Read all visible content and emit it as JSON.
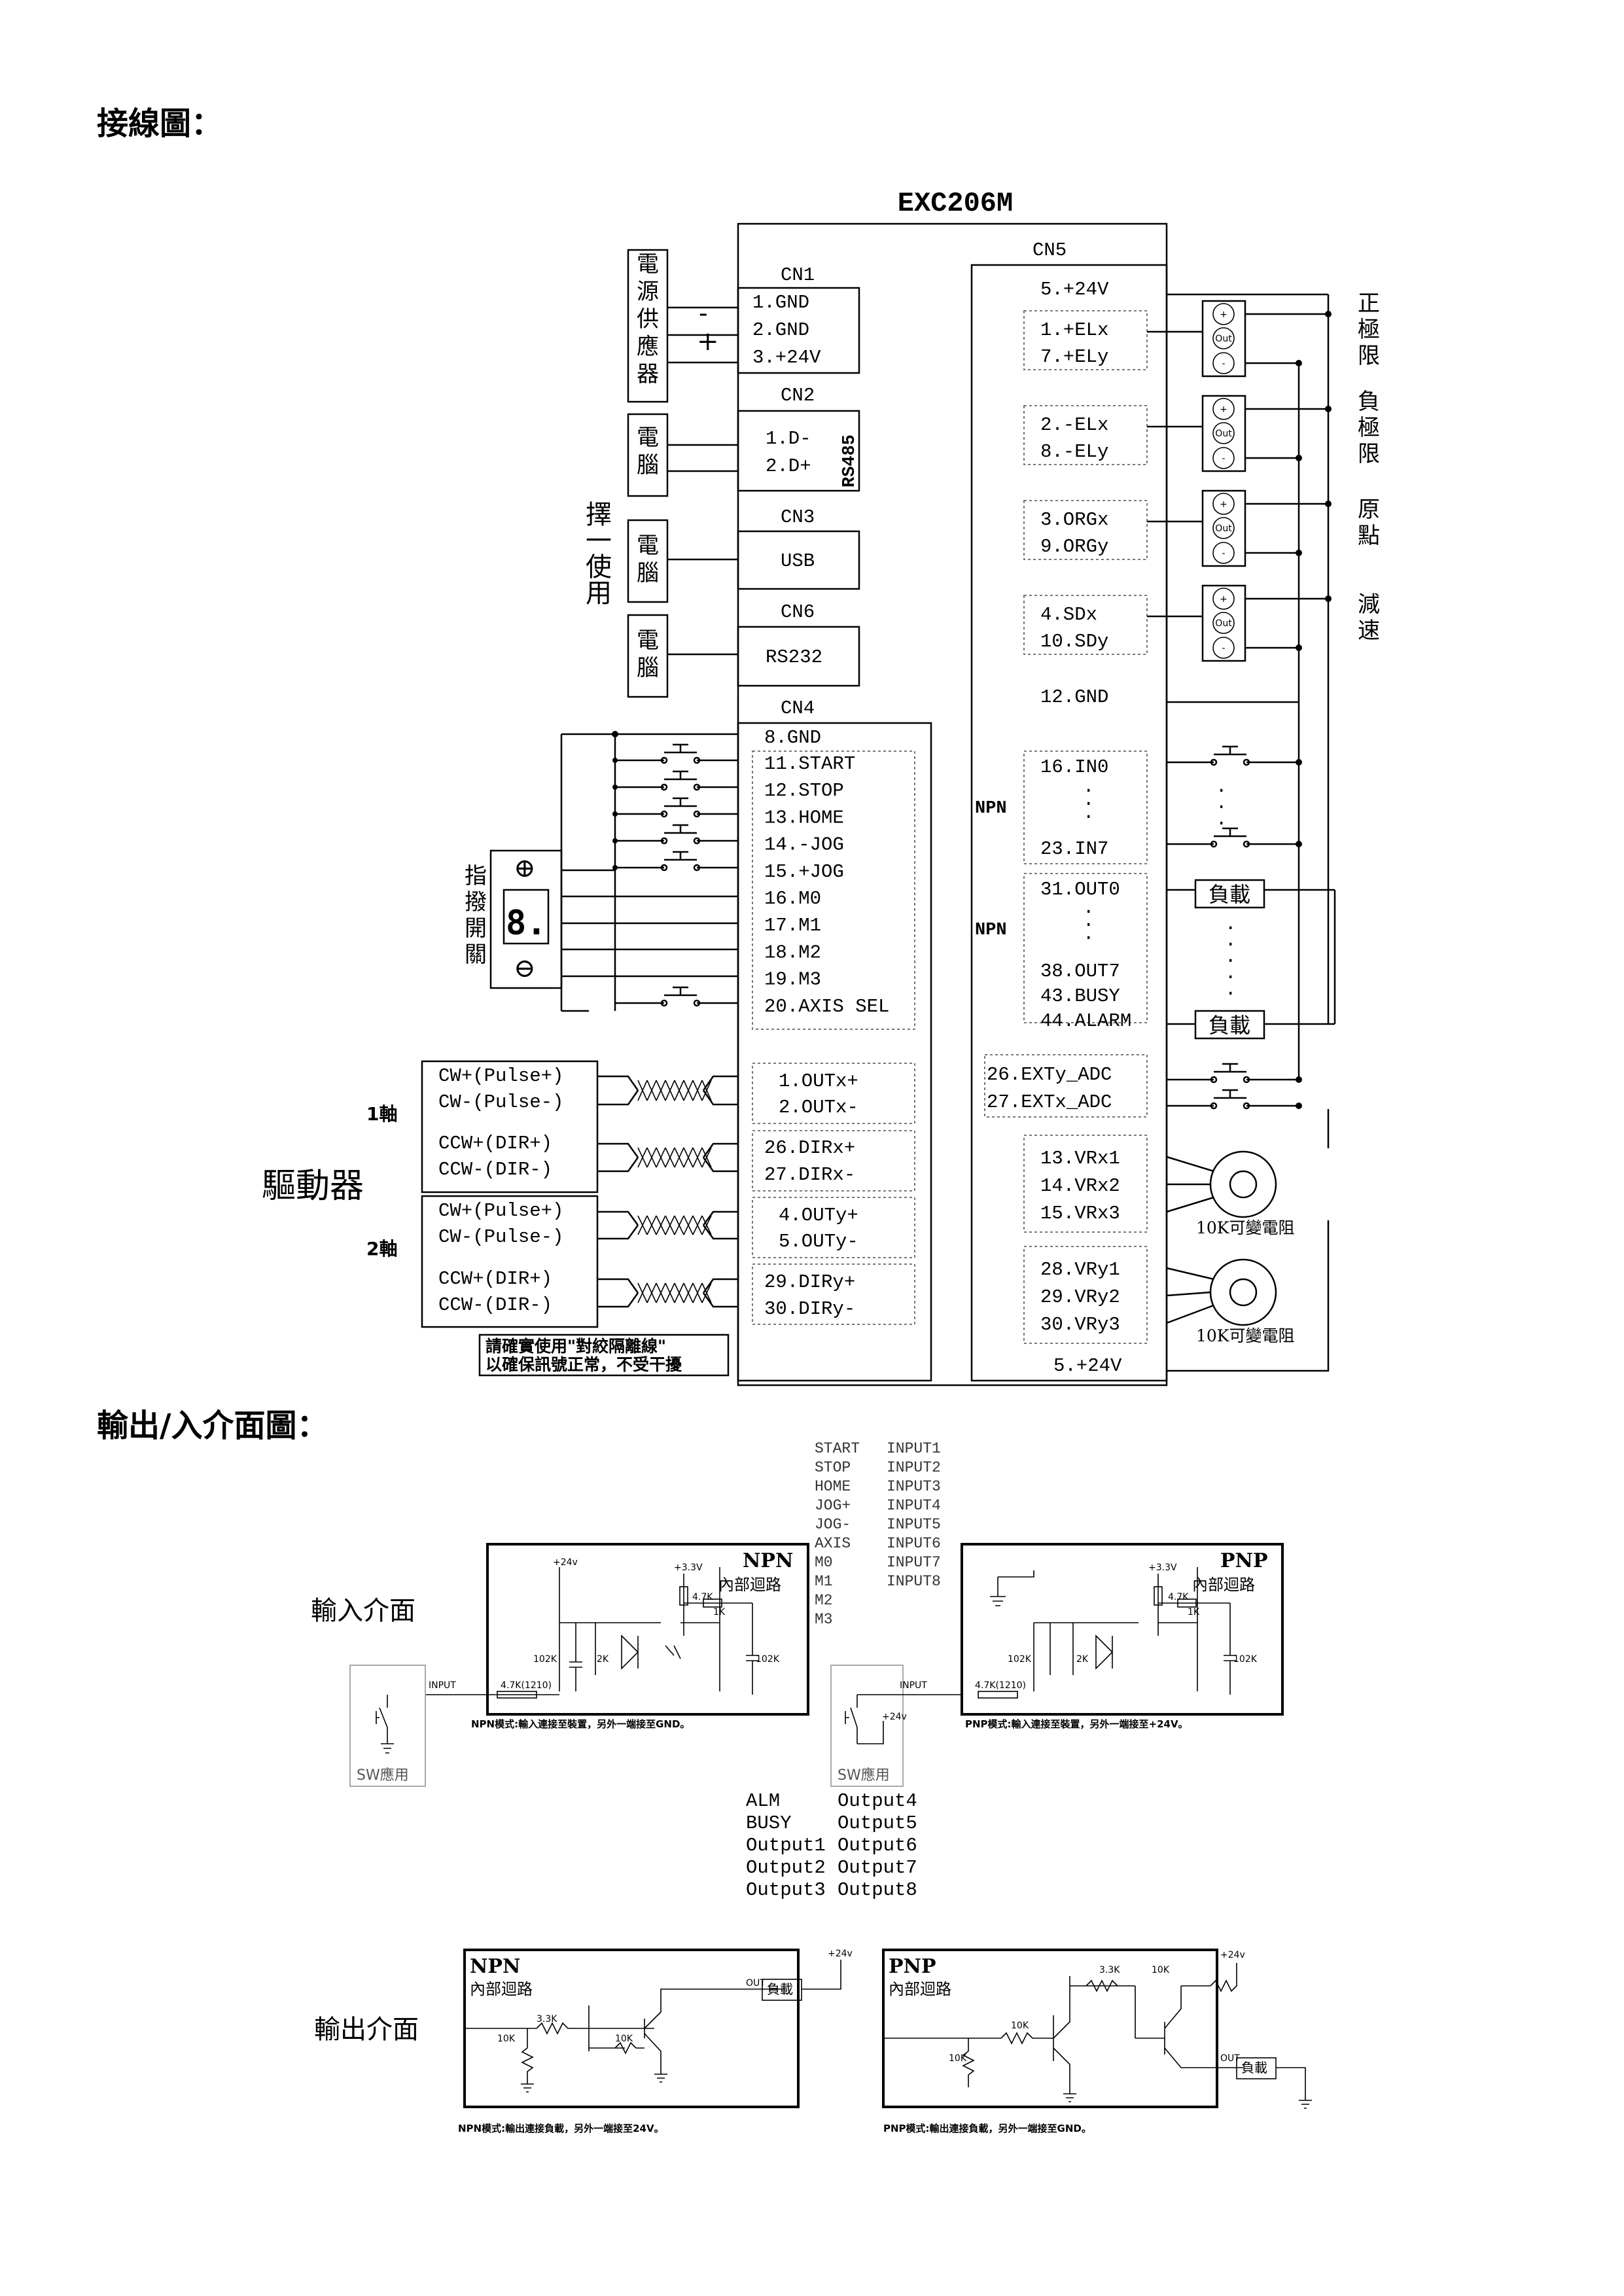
{
  "headings": {
    "wiring": "接線圖：",
    "io": "輸出/入介面圖："
  },
  "controller": {
    "title": "EXC206M",
    "cn5": "CN5",
    "cn4": "CN4"
  },
  "connectors": {
    "cn1": {
      "name": "CN1",
      "pins": [
        "1.GND",
        "2.GND",
        "3.+24V"
      ],
      "minus": "-",
      "plus": "+",
      "device": "電源供應器"
    },
    "cn2": {
      "name": "CN2",
      "pins": [
        "1.D-",
        "2.D+"
      ],
      "tag": "RS485",
      "device": "電腦"
    },
    "cn3": {
      "name": "CN3",
      "label": "USB",
      "device": "電腦"
    },
    "cn6": {
      "name": "CN6",
      "label": "RS232",
      "device": "電腦"
    },
    "choose_one": "擇一使用"
  },
  "cn4_pins": {
    "gnd": "8.GND",
    "inputs": [
      "11.START",
      "12.STOP",
      "13.HOME",
      "14.-JOG",
      "15.+JOG",
      "16.M0",
      "17.M1",
      "18.M2",
      "19.M3",
      "20.AXIS SEL"
    ],
    "out_x": [
      "1.OUTx+",
      "2.OUTx-"
    ],
    "dir_x": [
      "26.DIRx+",
      "27.DIRx-"
    ],
    "out_y": [
      "4.OUTy+",
      "5.OUTy-"
    ],
    "dir_y": [
      "29.DIRy+",
      "30.DIRy-"
    ]
  },
  "cn5_pins": {
    "top": "5.+24V",
    "el_pos": [
      "1.+ELx",
      "7.+ELy"
    ],
    "el_neg": [
      "2.-ELx",
      "8.-ELy"
    ],
    "org": [
      "3.ORGx",
      "9.ORGy"
    ],
    "sd": [
      "4.SDx",
      "10.SDy"
    ],
    "gnd": "12.GND",
    "in_first": "16.IN0",
    "in_last": "23.IN7",
    "out_group": [
      "31.OUT0",
      "38.OUT7",
      "43.BUSY",
      "44.ALARM"
    ],
    "ext": [
      "26.EXTy_ADC",
      "27.EXTx_ADC"
    ],
    "vrx": [
      "13.VRx1",
      "14.VRx2",
      "15.VRx3"
    ],
    "vry": [
      "28.VRy1",
      "29.VRy2",
      "30.VRy3"
    ],
    "bottom": "5.+24V",
    "npn": "NPN"
  },
  "sensors": {
    "plus": "+",
    "out": "Out",
    "minus": "-",
    "limit_pos": "正極限",
    "limit_neg": "負極限",
    "origin": "原點",
    "slow": "減速"
  },
  "loads": {
    "label": "負載"
  },
  "pot": {
    "label": "10K可變電阻"
  },
  "thumbwheel": {
    "label": "指撥開關",
    "digit": "8.",
    "plus": "⊕",
    "minus": "⊖"
  },
  "driver": {
    "title": "驅動器",
    "axis1": "1軸",
    "axis2": "2軸",
    "signals": [
      "CW+(Pulse+)",
      "CW-(Pulse-)",
      "CCW+(DIR+)",
      "CCW-(DIR-)"
    ],
    "note": [
      "請確實使用\"對絞隔離線\"",
      "以確保訊號正常，不受干擾"
    ]
  },
  "input_interface": {
    "label": "輸入介面",
    "signal_names": [
      "START",
      "STOP",
      "HOME",
      "JOG+",
      "JOG-",
      "AXIS",
      "M0",
      "M1",
      "M2",
      "M3"
    ],
    "input_names": [
      "INPUT1",
      "INPUT2",
      "INPUT3",
      "INPUT4",
      "INPUT5",
      "INPUT6",
      "INPUT7",
      "INPUT8"
    ],
    "npn_title": "NPN",
    "pnp_title": "PNP",
    "internal": "內部迴路",
    "npn_caption": "NPN模式:輸入連接至裝置，另外一端接至GND。",
    "pnp_caption": "PNP模式:輸入連接至裝置，另外一端接至+24V。",
    "sw": "SW應用",
    "input_tag": "INPUT",
    "v24": "+24v",
    "v33": "+3.3V",
    "r47k": "4.7K",
    "r1k": "1K",
    "r2k": "2K",
    "c102k": "102K",
    "r47": "4.7K(1210)"
  },
  "output_interface": {
    "label": "輸出介面",
    "left_names": [
      "ALM",
      "BUSY",
      "Output1",
      "Output2",
      "Output3"
    ],
    "right_names": [
      "Output4",
      "Output5",
      "Output6",
      "Output7",
      "Output8"
    ],
    "npn_title": "NPN",
    "pnp_title": "PNP",
    "internal": "內部迴路",
    "npn_caption": "NPN模式:輸出連接負載，另外一端接至24V。",
    "pnp_caption": "PNP模式:輸出連接負載，另外一端接至GND。",
    "out_tag": "OUT",
    "load": "負載",
    "v24": "+24v",
    "r33k": "3.3K",
    "r10k": "10K"
  }
}
